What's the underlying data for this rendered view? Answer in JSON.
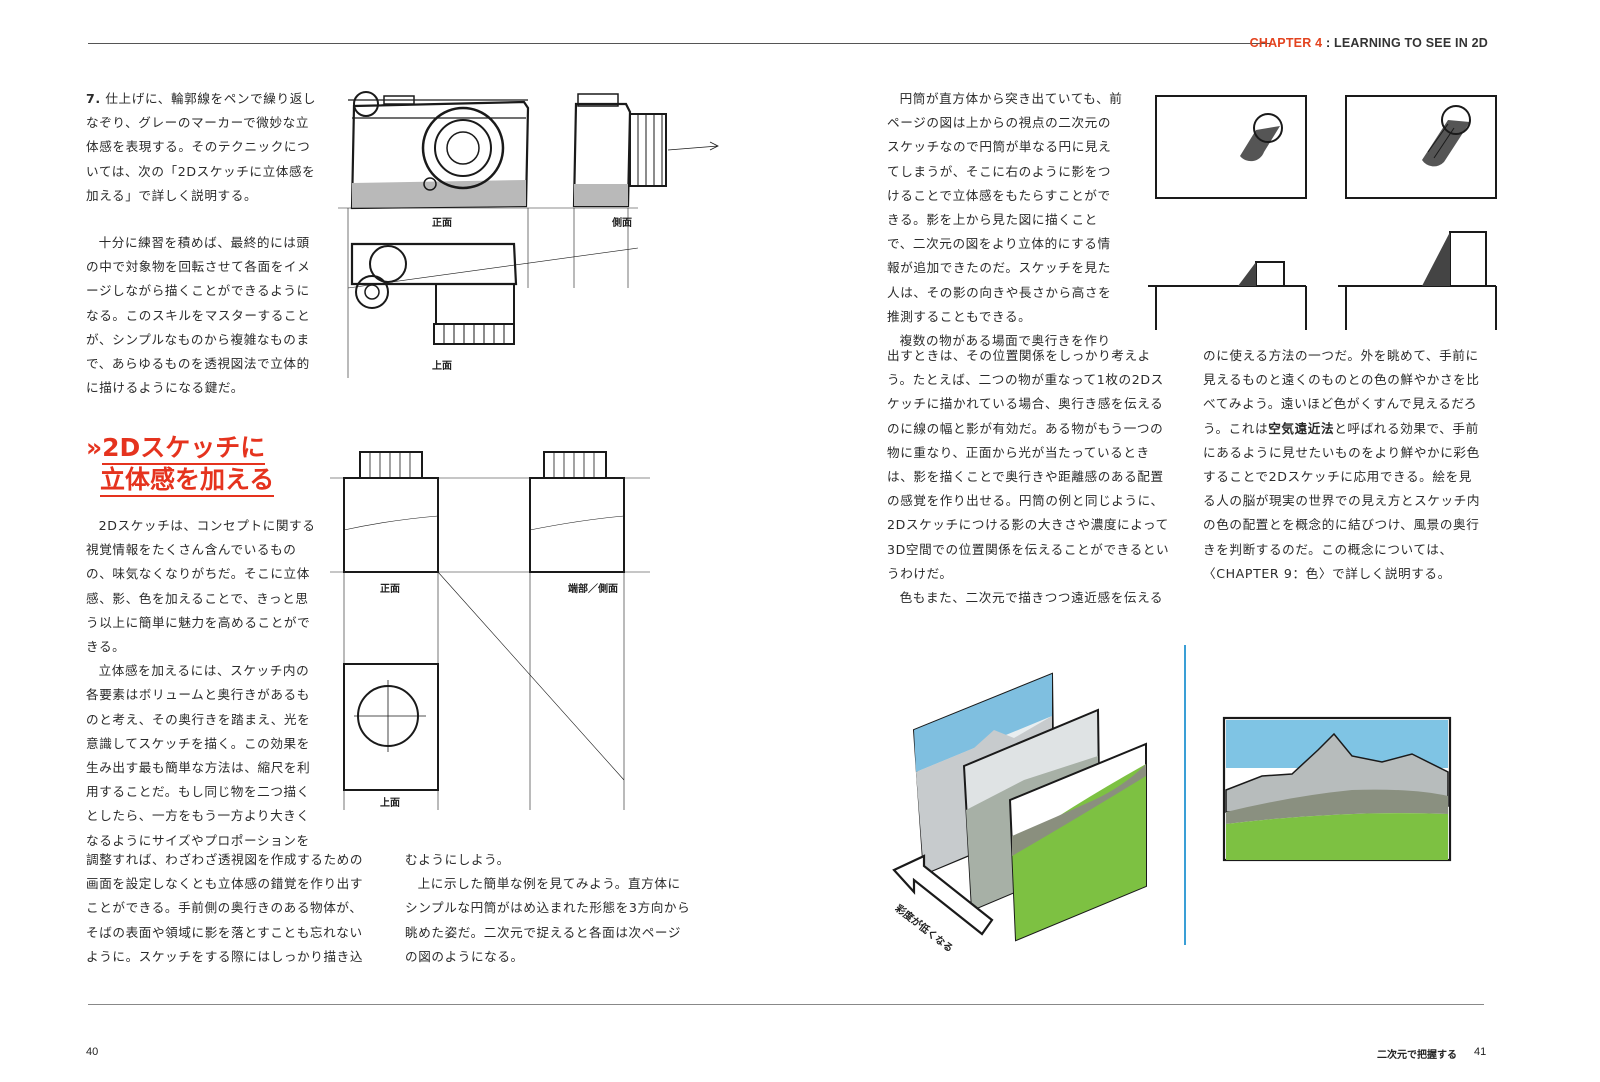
{
  "header": {
    "chapter_num": "CHAPTER 4",
    "separator": " : ",
    "chapter_title": "LEARNING TO SEE IN 2D"
  },
  "left": {
    "step7_num": "7.",
    "step7_text": "仕上げに、輪郭線をペンで繰り返しなぞり、グレーのマーカーで微妙な立体感を表現する。そのテクニックについては、次の「2Dスケッチに立体感を加える」で詳しく説明する。",
    "practice": "十分に練習を積めば、最終的には頭の中で対象物を回転させて各面をイメージしながら描くことができるようになる。このスキルをマスターすることが、シンプルなものから複雑なものまで、あらゆるものを透視図法で立体的に描けるようになる鍵だ。",
    "heading_line1": "2Dスケッチに",
    "heading_line2": "立体感を加える",
    "heading_marker": "»",
    "p1": "2Dスケッチは、コンセプトに関する視覚情報をたくさん含んでいるものの、味気なくなりがちだ。そこに立体感、影、色を加えることで、きっと思う以上に簡単に魅力を高めることができる。",
    "p2": "立体感を加えるには、スケッチ内の各要素はボリュームと奥行きがあるものと考え、その奥行きを踏まえ、光を意識してスケッチを描く。この効果を生み出す最も簡単な方法は、縮尺を利用することだ。もし同じ物を二つ描くとしたら、一方をもう一方より大きくなるようにサイズやプロポーションを",
    "p2_cont": "調整すれば、わざわざ透視図を作成するための画面を設定しなくとも立体感の錯覚を作り出すことができる。手前側の奥行きのある物体が、そばの表面や領域に影を落とすことも忘れないように。スケッチをする際にはしっかり描き込",
    "p3": "むようにしよう。",
    "p4": "上に示した簡単な例を見てみよう。直方体にシンプルな円筒がはめ込まれた形態を3方向から眺めた姿だ。二次元で捉えると各面は次ページの図のようになる。",
    "captions": {
      "camera_front": "正面",
      "camera_side": "側面",
      "camera_top": "上面",
      "box_front": "正面",
      "box_side": "端部／側面",
      "box_top": "上面"
    },
    "page_number": "40"
  },
  "right": {
    "p1": "円筒が直方体から突き出ていても、前ページの図は上からの視点の二次元のスケッチなので円筒が単なる円に見えてしまうが、そこに右のように影をつけることで立体感をもたらすことができる。影を上から見た図に描くことで、二次元の図をより立体的にする情報が追加できたのだ。スケッチを見た人は、その影の向きや長さから高さを推測することもできる。",
    "p2a": "複数の物がある場面で奥行きを作り",
    "p2b": "出すときは、その位置関係をしっかり考えよう。たとえば、二つの物が重なって1枚の2Dスケッチに描かれている場合、奥行き感を伝えるのに線の幅と影が有効だ。ある物がもう一つの物に重なり、正面から光が当たっているときは、影を描くことで奥行きや距離感のある配置の感覚を作り出せる。円筒の例と同じように、2Dスケッチにつける影の大きさや濃度によって3D空間での位置関係を伝えることができるというわけだ。",
    "p3a": "色もまた、二次元で描きつつ遠近感を伝える",
    "p3b_pre": "のに使える方法の一つだ。外を眺めて、手前に見えるものと遠くのものとの色の鮮やかさを比べてみよう。遠いほど色がくすんで見えるだろう。これは",
    "p3b_bold": "空気遠近法",
    "p3b_post": "と呼ばれる効果で、手前にあるように見せたいものをより鮮やかに彩色することで2Dスケッチに応用できる。絵を見る人の脳が現実の世界での見え方とスケッチ内の色の配置とを概念的に結びつけ、風景の奥行きを判断するのだ。この概念については、〈CHAPTER 9：色〉で詳しく説明する。",
    "arrow_label": "彩度が低くなる",
    "footer_title": "二次元で把握する",
    "page_number": "41"
  },
  "colors": {
    "accent": "#e5331e",
    "sky": "#6fb3d8",
    "grass": "#7dc142",
    "divider_blue": "#3a9fd6"
  }
}
